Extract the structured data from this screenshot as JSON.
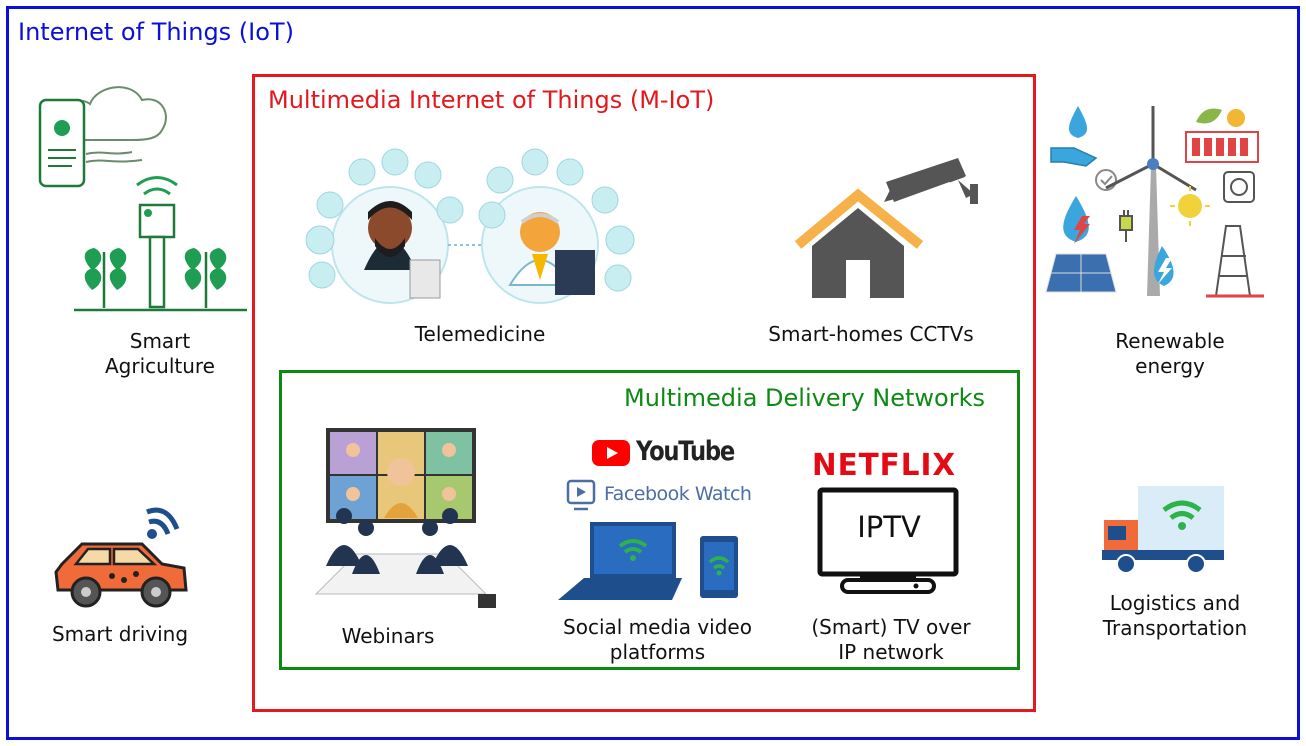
{
  "iot": {
    "title": "Internet of Things (IoT)"
  },
  "miot": {
    "title": "Multimedia Internet of Things (M-IoT)"
  },
  "mdn": {
    "title": "Multimedia Delivery Networks"
  },
  "items": {
    "agriculture": {
      "line1": "Smart",
      "line2": "Agriculture"
    },
    "driving": {
      "label": "Smart driving"
    },
    "telemedicine": {
      "label": "Telemedicine"
    },
    "cctv": {
      "label": "Smart-homes CCTVs"
    },
    "energy": {
      "line1": "Renewable",
      "line2": "energy"
    },
    "logistics": {
      "line1": "Logistics and",
      "line2": "Transportation"
    },
    "webinars": {
      "label": "Webinars"
    },
    "social": {
      "line1": "Social media video",
      "line2": "platforms"
    },
    "tv": {
      "line1": "(Smart) TV over",
      "line2": "IP network"
    }
  },
  "logos": {
    "youtube": "YouTube",
    "facebook_watch": "Facebook Watch",
    "netflix": "NETFLIX",
    "iptv": "IPTV"
  },
  "colors": {
    "iot": "#0b10d8",
    "miot": "#e3191e",
    "mdn": "#0e8a14",
    "netflix": "#e50914",
    "youtube": "#ff0000",
    "facebook": "#4a6fa5",
    "wifi": "#2db34a"
  }
}
